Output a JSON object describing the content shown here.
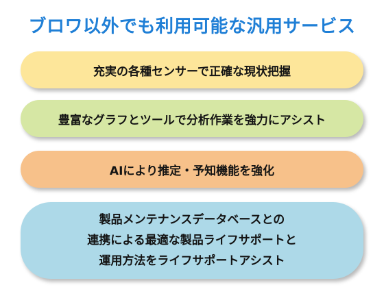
{
  "title": "ブロワ以外でも利用可能な汎用サービス",
  "items": [
    {
      "lines": [
        "充実の各種センサーで正確な現状把握"
      ],
      "color": "#fde69a"
    },
    {
      "lines": [
        "豊富なグラフとツールで分析作業を強力にアシスト"
      ],
      "color": "#d6e7a4"
    },
    {
      "lines": [
        "AIにより推定・予知機能を強化"
      ],
      "color": "#f7c18a"
    },
    {
      "lines": [
        "製品メンテナンスデータベースとの",
        "連携による最適な製品ライフサポートと",
        "運用方法をライフサポートアシスト"
      ],
      "color": "#add9e8"
    }
  ]
}
